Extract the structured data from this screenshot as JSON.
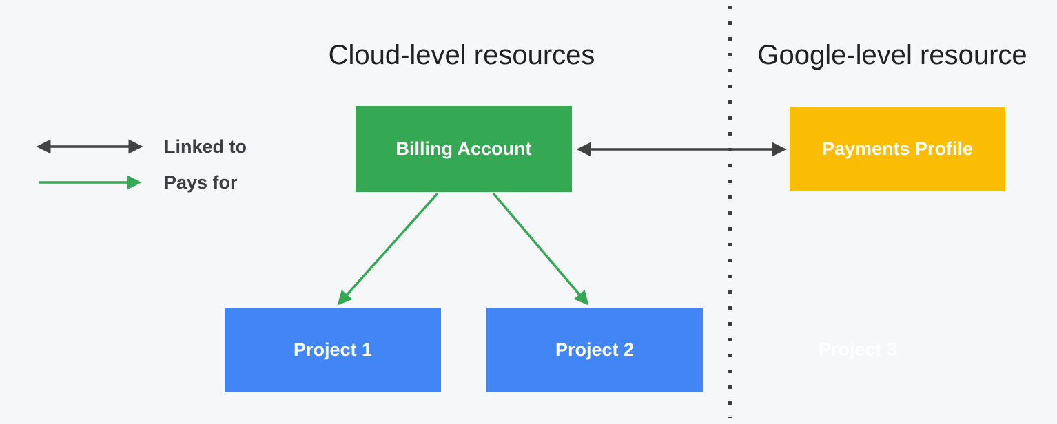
{
  "colors": {
    "background": "#f6f7f9",
    "green": "#34a853",
    "blue": "#4285f4",
    "yellow": "#fbbc04",
    "arrow_dark": "#424242",
    "title_text": "#212121",
    "legend_text": "#3c4043",
    "box_text": "#ffffff",
    "ghost_text": "#ffffff",
    "divider": "#3f3f3f"
  },
  "titles": {
    "left": "Cloud-level resources",
    "right": "Google-level resource"
  },
  "legend": {
    "items": [
      {
        "label": "Linked to",
        "arrow": "double-headed-dark"
      },
      {
        "label": "Pays for",
        "arrow": "single-headed-green"
      }
    ]
  },
  "nodes": {
    "billing_account": {
      "label": "Billing Account",
      "color": "#34a853",
      "side": "cloud"
    },
    "payments_profile": {
      "label": "Payments Profile",
      "color": "#fbbc04",
      "side": "google"
    },
    "project1": {
      "label": "Project 1",
      "color": "#4285f4",
      "side": "cloud"
    },
    "project2": {
      "label": "Project 2",
      "color": "#4285f4",
      "side": "cloud"
    },
    "project3": {
      "label": "Project 3",
      "color": "#ffffff",
      "side": "google"
    }
  },
  "edges": [
    {
      "from": "billing_account",
      "to": "payments_profile",
      "type": "linked-to"
    },
    {
      "from": "billing_account",
      "to": "project1",
      "type": "pays-for"
    },
    {
      "from": "billing_account",
      "to": "project2",
      "type": "pays-for"
    }
  ]
}
